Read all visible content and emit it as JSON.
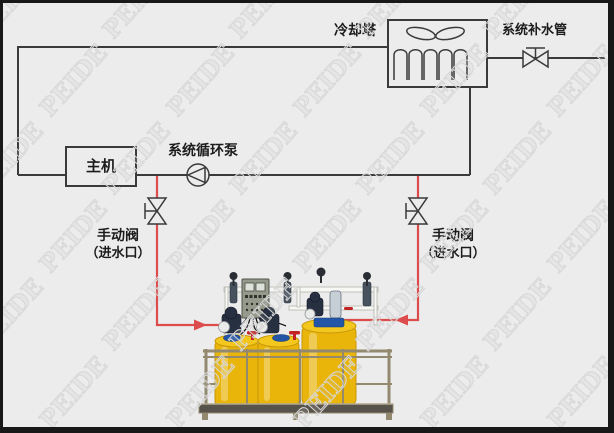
{
  "watermark": {
    "text": "PEIDE"
  },
  "colors": {
    "background": "#ececec",
    "pipe": "#3a3a3a",
    "flow": "#dd4c4c",
    "border": "#181818",
    "label_text": "#1c1c1c",
    "watermark": "#d7d7d7",
    "tank_yellow": "#e9b50b",
    "tank_top": "#f3c71e",
    "lid_blue": "#2456a8",
    "frame_steel": "#92896f",
    "shelf_dark": "#57524a",
    "cabinet_gray": "#959a8c",
    "pump_dark": "#273041",
    "pump_head": "#e9eaea"
  },
  "labels": {
    "cooling_tower": "冷却塔",
    "makeup_pipe": "系统补水管",
    "circulation_pump": "系统循环泵",
    "main_unit": "主机",
    "manual_valve": {
      "line1": "手动阀",
      "line2": "（进水口）"
    }
  }
}
